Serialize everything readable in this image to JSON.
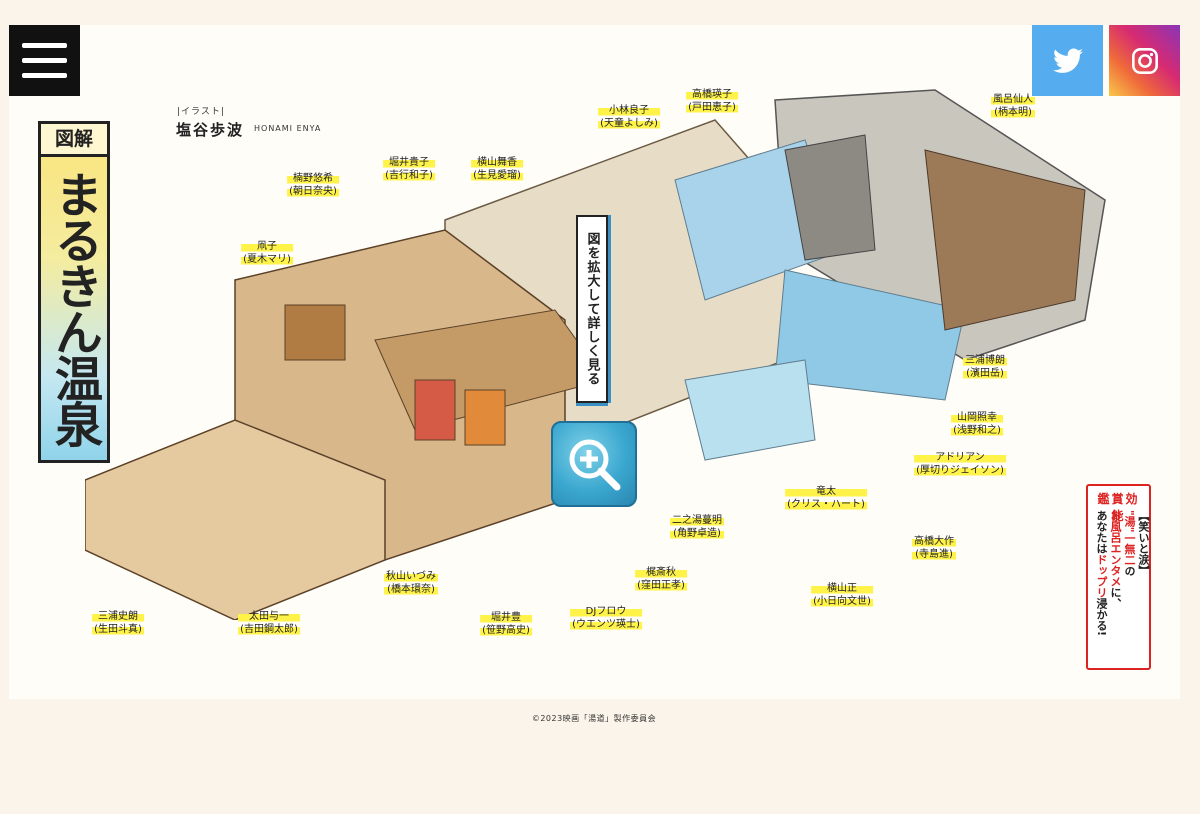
{
  "nav": {
    "menu_icon": "hamburger-menu-icon",
    "twitter_icon": "twitter-bird-icon",
    "instagram_icon": "instagram-camera-icon"
  },
  "credit": {
    "role": "|イラスト|",
    "name": "塩谷歩波",
    "romanized": "HONAMI ENYA"
  },
  "title": {
    "sub": "図解",
    "main": "まるきん温泉"
  },
  "zoom": {
    "label": "図を拡大して詳しく見る",
    "icon": "zoom-in-magnifier-icon"
  },
  "labels": [
    {
      "name": "小林良子",
      "actor": "(天童よしみ)"
    },
    {
      "name": "高橋瑛子",
      "actor": "(戸田恵子)"
    },
    {
      "name": "風呂仙人",
      "actor": "(柄本明)"
    },
    {
      "name": "堀井貴子",
      "actor": "(吉行和子)"
    },
    {
      "name": "横山舞香",
      "actor": "(生見愛瑠)"
    },
    {
      "name": "楠野悠希",
      "actor": "(朝日奈央)"
    },
    {
      "name": "凧子",
      "actor": "(夏木マリ)"
    },
    {
      "name": "三浦博朗",
      "actor": "(濱田岳)"
    },
    {
      "name": "山岡照幸",
      "actor": "(浅野和之)"
    },
    {
      "name": "アドリアン",
      "actor": "(厚切りジェイソン)"
    },
    {
      "name": "竜太",
      "actor": "(クリス・ハート)"
    },
    {
      "name": "高橋大作",
      "actor": "(寺島進)"
    },
    {
      "name": "二之湯蔓明",
      "actor": "(角野卓造)"
    },
    {
      "name": "横山正",
      "actor": "(小日向文世)"
    },
    {
      "name": "梶斎秋",
      "actor": "(窪田正孝)"
    },
    {
      "name": "DJフロウ",
      "actor": "(ウエンツ瑛士)"
    },
    {
      "name": "堀井豊",
      "actor": "(笹野高史)"
    },
    {
      "name": "秋山いづみ",
      "actor": "(橋本環奈)"
    },
    {
      "name": "太田与一",
      "actor": "(吉田鋼太郎)"
    },
    {
      "name": "三浦史朗",
      "actor": "(生田斗真)"
    }
  ],
  "side": {
    "head": "鑑賞効能",
    "line1": "【笑いと涙】",
    "line2_red": "\"湯\"一無二",
    "line2": "の",
    "line3_red": "お風呂エンタメ",
    "line3": "に、",
    "line4": "あなたは",
    "line4_red": "ドップリ",
    "line5": "浸かる!"
  },
  "copyright": "©2023映画「湯道」製作委員会"
}
